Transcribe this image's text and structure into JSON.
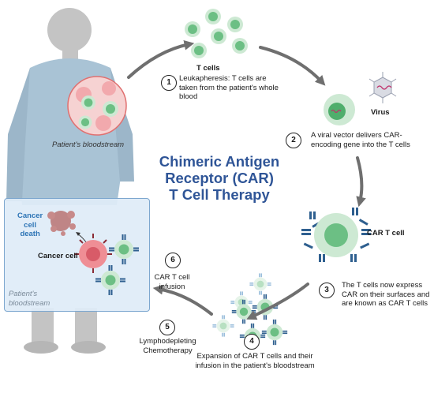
{
  "title": {
    "lines": [
      "Chimeric Antigen",
      "Receptor (CAR)",
      "T Cell Therapy"
    ],
    "color": "#2f5597"
  },
  "labels": {
    "patient_bloodstream": "Patient's bloodstream",
    "t_cells": "T cells",
    "virus": "Virus",
    "car_t_cell": "CAR T cell",
    "cancer_cell": "Cancer cell",
    "cancer_cell_death": [
      "Cancer",
      "cell",
      "death"
    ],
    "inset_bloodstream": [
      "Patient's",
      "bloodstream"
    ]
  },
  "steps": [
    {
      "number": "1",
      "lines": [
        "Leukapheresis: T cells are",
        "taken from the patient's whole",
        "blood"
      ]
    },
    {
      "number": "2",
      "lines": [
        "A viral vector delivers CAR-",
        "encoding gene into the T cells"
      ]
    },
    {
      "number": "3",
      "lines": [
        "The T cells now express",
        "CAR on their surfaces and",
        "are known as CAR T cells"
      ]
    },
    {
      "number": "4",
      "lines": [
        "Expansion of CAR T cells and their",
        "infusion in the patient's bloodstream"
      ]
    },
    {
      "number": "5",
      "lines": [
        "Lymphodepleting",
        "Chemotherapy"
      ]
    },
    {
      "number": "6",
      "lines": [
        "CAR T cell",
        "infusion"
      ]
    }
  ],
  "colors": {
    "skin": "#c4c4c4",
    "gown": "#a9c3d5",
    "arrow": "#6f6f6f",
    "t_cell_outer": "#cde9d3",
    "t_cell_inner": "#6cbf84",
    "receptor": "#2e5f8f",
    "cancer": "#ef8e95",
    "death_text": "#2e75b6",
    "blood_bg": "#f6d2d2",
    "blood_border": "#e07070"
  }
}
